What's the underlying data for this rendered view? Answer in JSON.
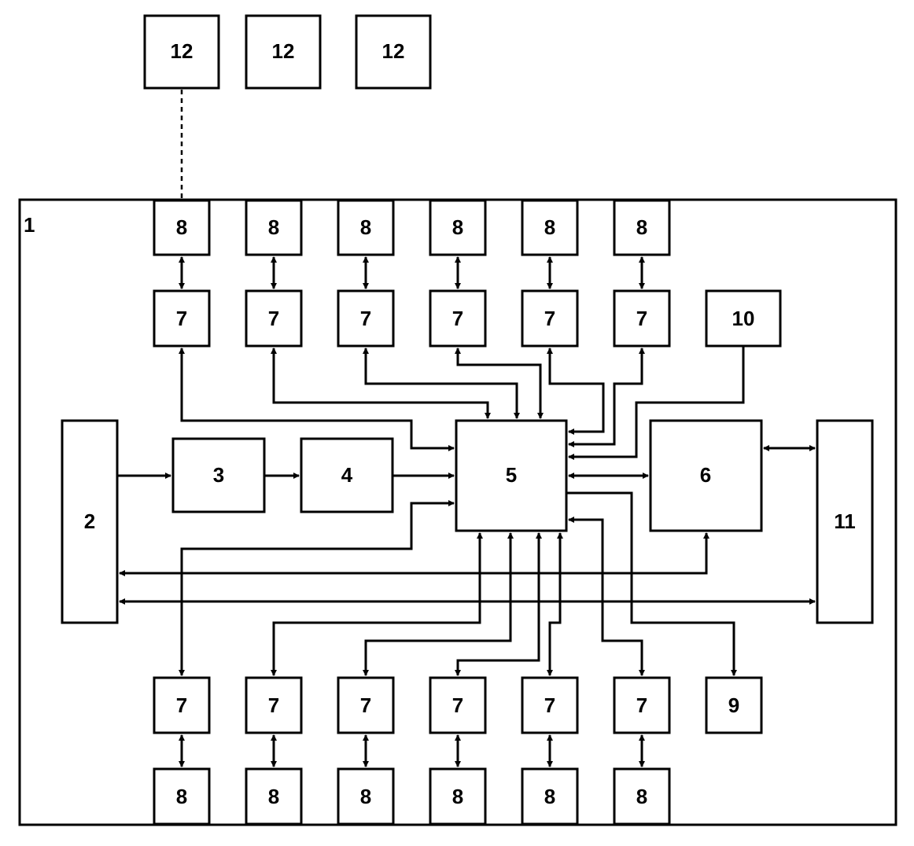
{
  "diagram": {
    "outer_label": "1",
    "blocks": {
      "b2": "2",
      "b3": "3",
      "b4": "4",
      "b5": "5",
      "b6": "6",
      "b9": "9",
      "b10": "10",
      "b11": "11",
      "b12": [
        "12",
        "12",
        "12"
      ],
      "top7": [
        "7",
        "7",
        "7",
        "7",
        "7",
        "7"
      ],
      "top8": [
        "8",
        "8",
        "8",
        "8",
        "8",
        "8"
      ],
      "bot7": [
        "7",
        "7",
        "7",
        "7",
        "7",
        "7"
      ],
      "bot8": [
        "8",
        "8",
        "8",
        "8",
        "8",
        "8"
      ]
    }
  }
}
